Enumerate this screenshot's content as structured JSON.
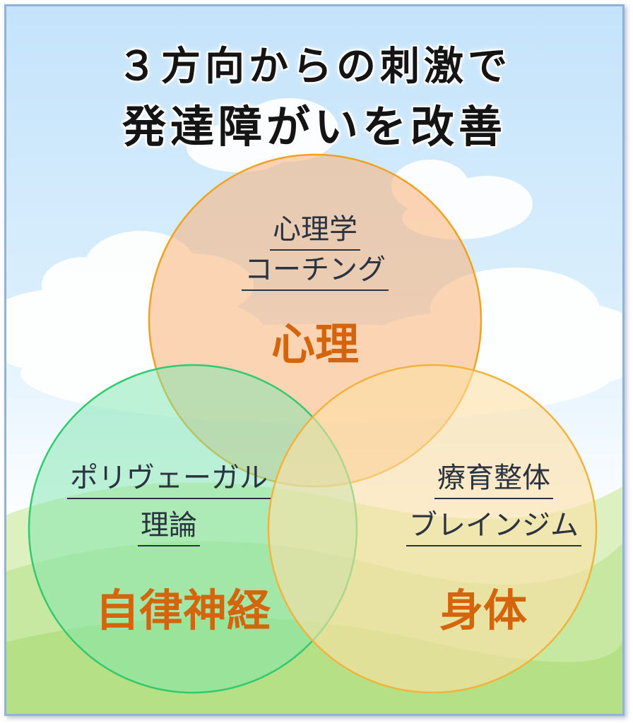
{
  "title": {
    "line1": "３方向からの刺激で",
    "line2": "発達障がいを改善"
  },
  "circles": {
    "top": {
      "sub1": "心理学",
      "sub2": "コーチング",
      "main": "心理",
      "fill": "#f9b077",
      "stroke": "#f0a21f"
    },
    "left": {
      "sub1": "ポリヴェーガル",
      "sub2": "理論",
      "main": "自律神経",
      "fill": "#7ee6ad",
      "stroke": "#32c96f"
    },
    "right": {
      "sub1": "療育整体",
      "sub2": "ブレインジム",
      "main": "身体",
      "fill": "#fde0a5",
      "stroke": "#f2b33d"
    }
  },
  "colors": {
    "main_text": "#d4650d",
    "sub_text": "#2b3340",
    "sky": "#c4e3fb",
    "border": "#8fb3d9"
  }
}
